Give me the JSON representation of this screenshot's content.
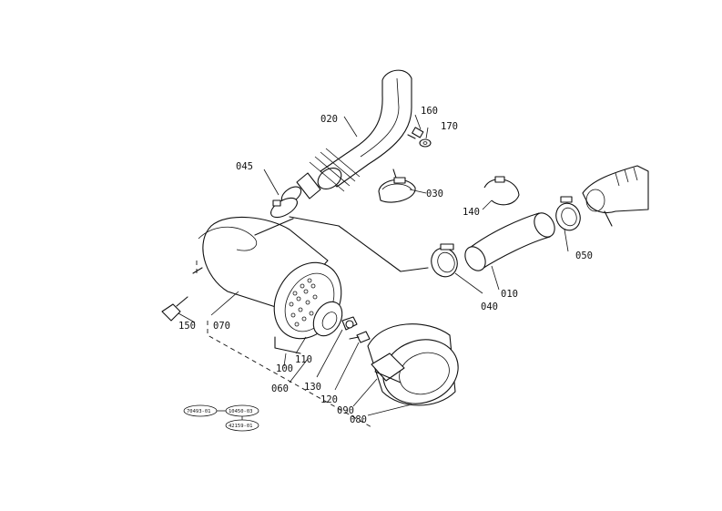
{
  "callouts": {
    "p010": "010",
    "p020": "020",
    "p030": "030",
    "p040": "040",
    "p045": "045",
    "p050": "050",
    "p060": "060",
    "p070": "070",
    "p080": "080",
    "p090": "090",
    "p100": "100",
    "p110": "110",
    "p120": "120",
    "p130": "130",
    "p140": "140",
    "p150": "150",
    "p160": "160",
    "p170": "170"
  },
  "references": {
    "ref_a": "70493-01",
    "ref_b": "10450-03",
    "ref_c": "42159-01"
  }
}
